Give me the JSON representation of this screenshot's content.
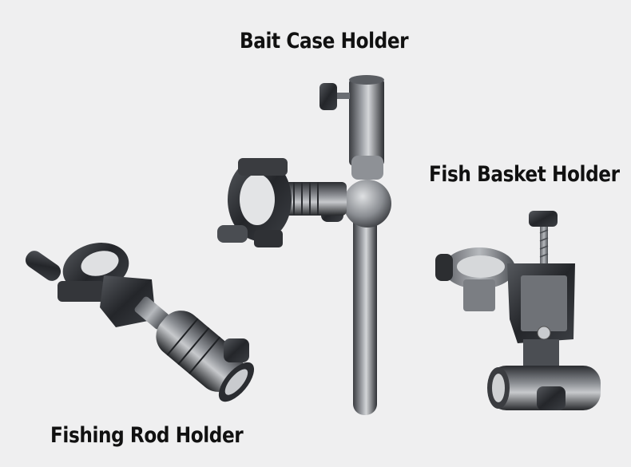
{
  "labels": {
    "bait_case_holder": "Bait Case Holder",
    "fish_basket_holder": "Fish Basket Holder",
    "fishing_rod_holder": "Fishing Rod Holder"
  },
  "colors": {
    "background": "#efeff0",
    "metal_dark": "#2c2e31",
    "metal_mid": "#6b6e73",
    "metal_light": "#c9cbce",
    "text": "#111111"
  }
}
